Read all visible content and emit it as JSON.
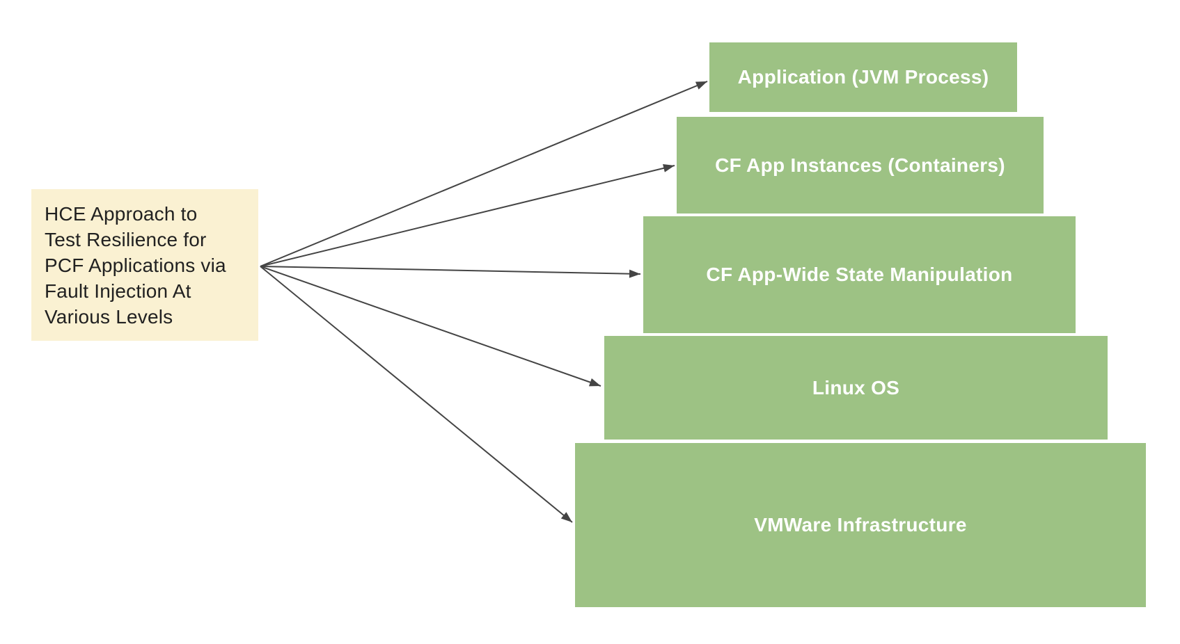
{
  "note": {
    "text": "HCE Approach to\nTest Resilience for\nPCF Applications via\nFault Injection At\nVarious Levels"
  },
  "levels": [
    {
      "label": "Application (JVM Process)"
    },
    {
      "label": "CF App Instances (Containers)"
    },
    {
      "label": "CF App-Wide State Manipulation"
    },
    {
      "label": "Linux OS"
    },
    {
      "label": "VMWare Infrastructure"
    }
  ],
  "colors": {
    "level_fill": "#9DC284",
    "level_text": "#FFFFFF",
    "arrow": "#444444",
    "note_bg": "#FAF1D2",
    "note_text": "#212121"
  }
}
